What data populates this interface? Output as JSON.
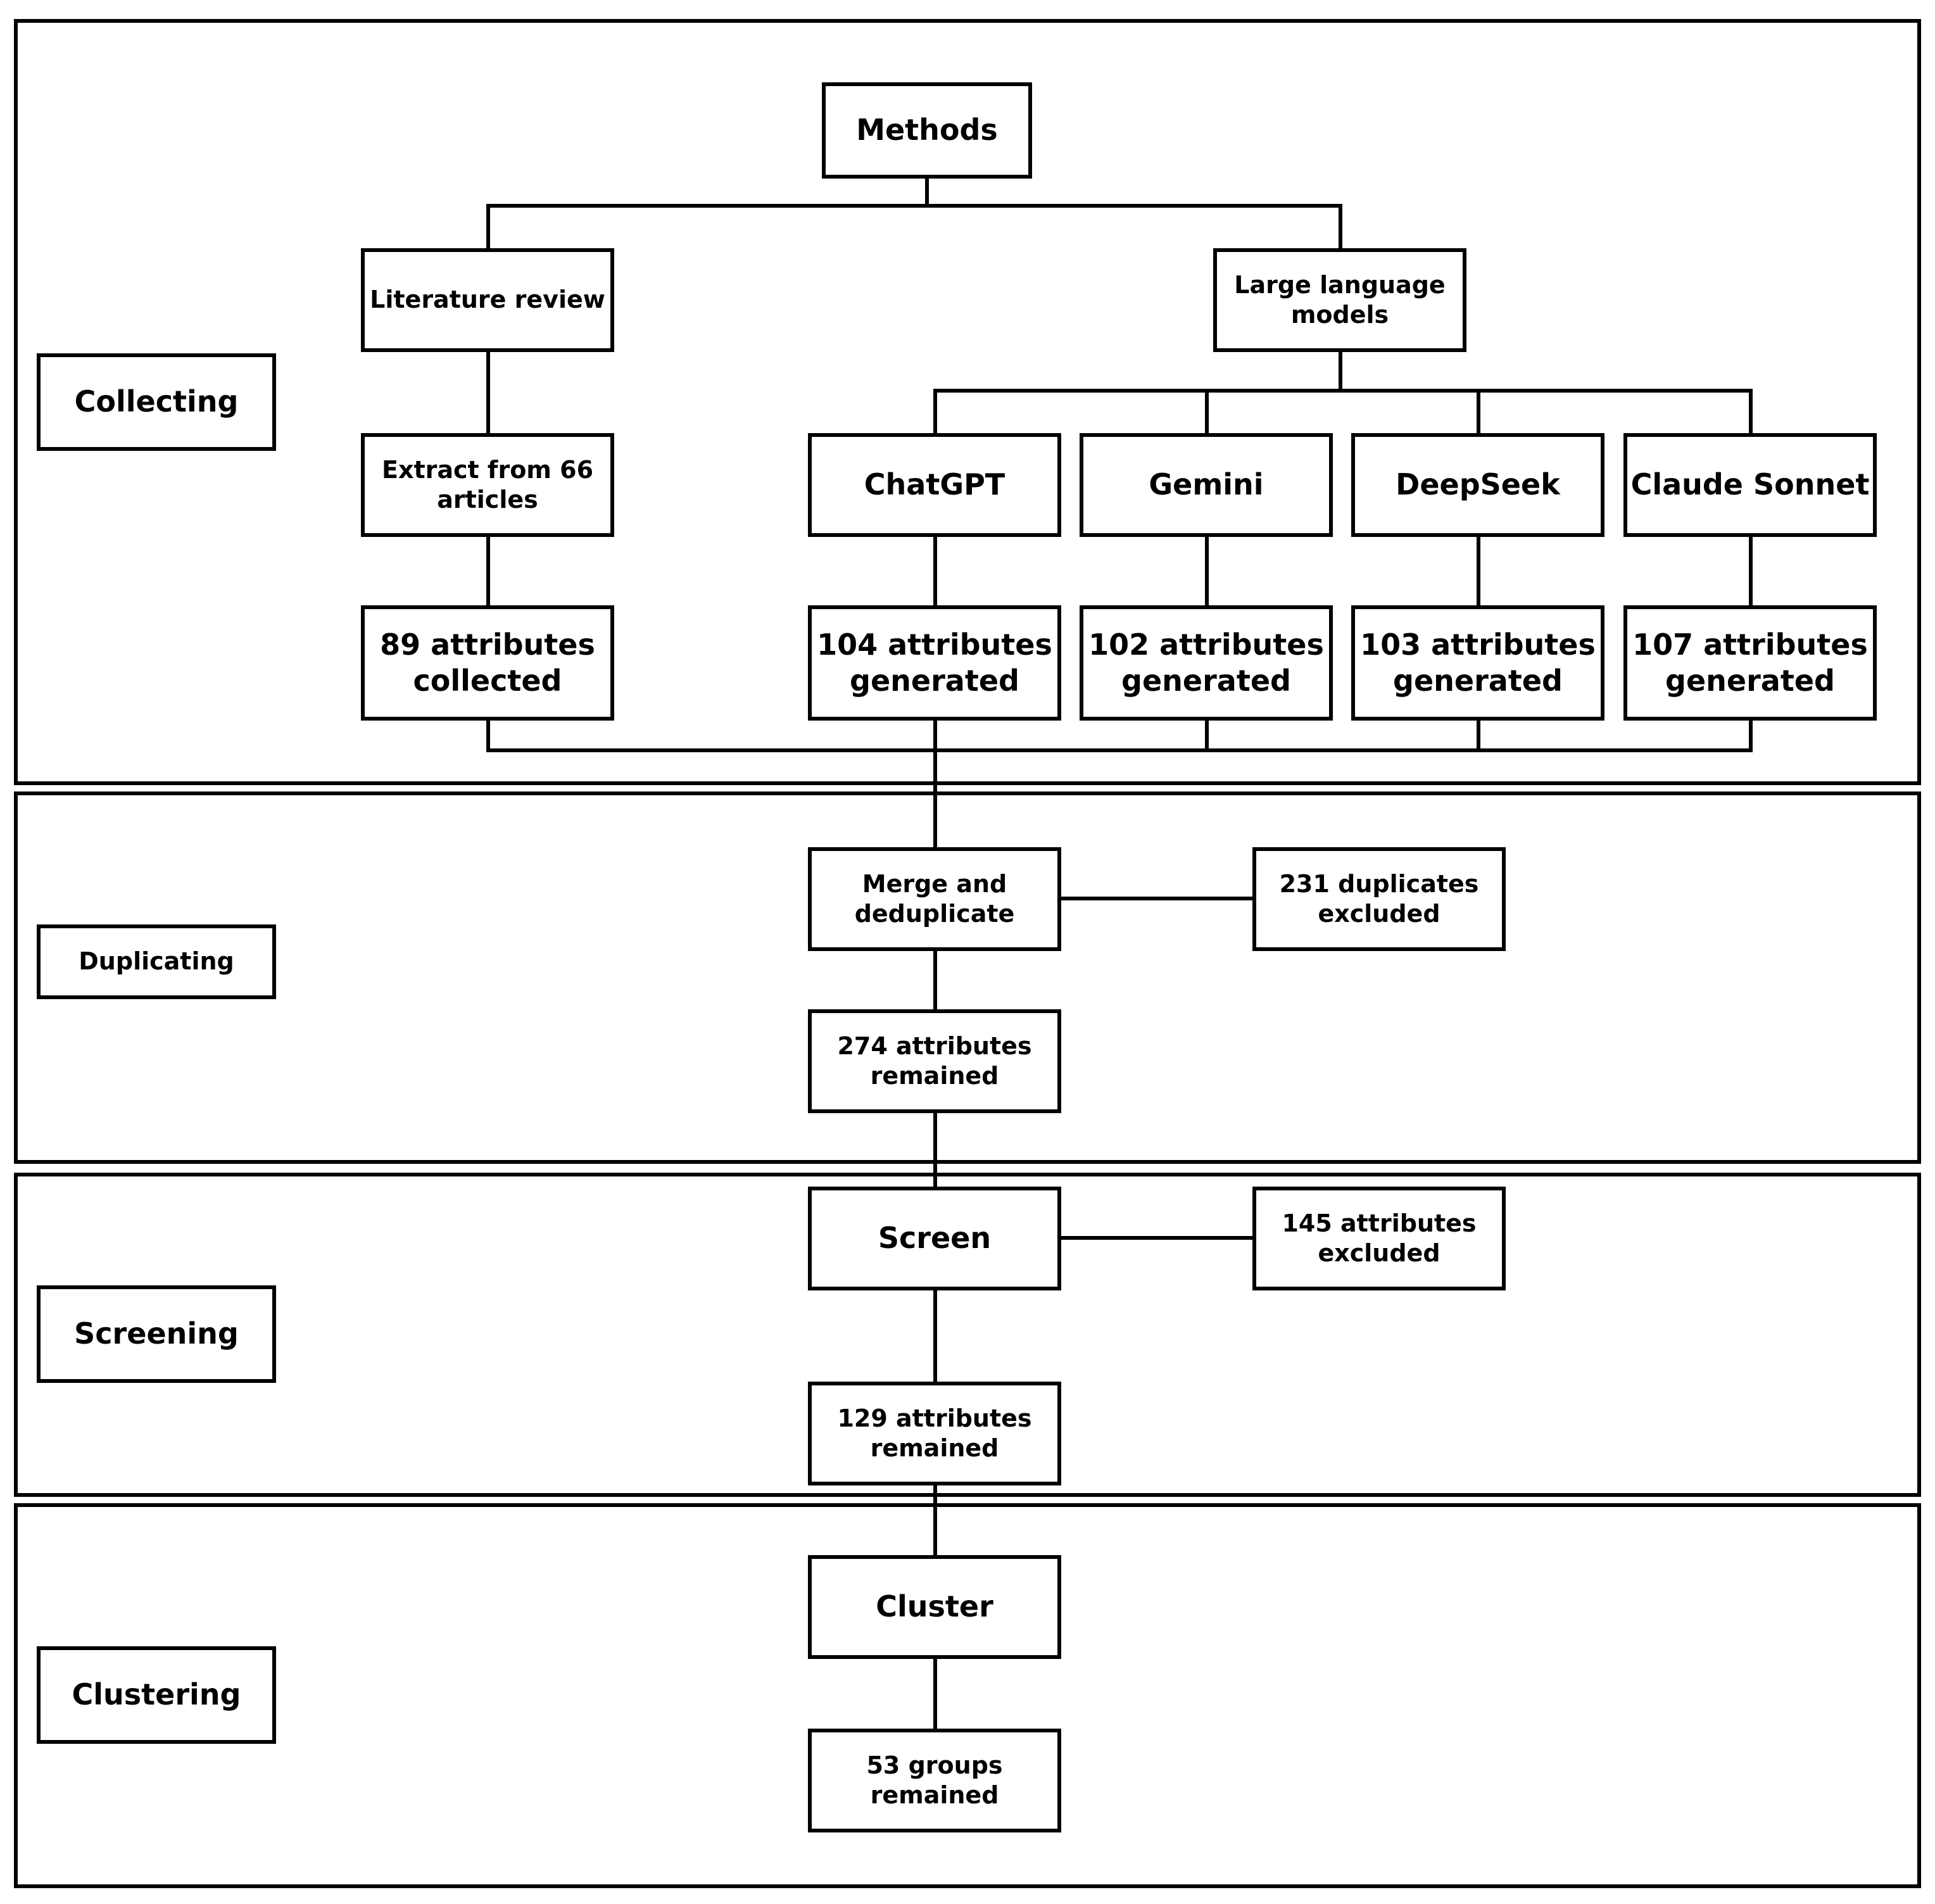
{
  "stages": {
    "collecting": "Collecting",
    "duplicating": "Duplicating",
    "screening": "Screening",
    "clustering": "Clustering"
  },
  "nodes": {
    "methods": "Methods",
    "literature_review": "Literature review",
    "llm": "Large language\nmodels",
    "extract": "Extract from 66\narticles",
    "chatgpt": "ChatGPT",
    "gemini": "Gemini",
    "deepseek": "DeepSeek",
    "claude": "Claude Sonnet",
    "lit_attrs": "89 attributes\ncollected",
    "chatgpt_attrs": "104 attributes\ngenerated",
    "gemini_attrs": "102 attributes\ngenerated",
    "deepseek_attrs": "103 attributes\ngenerated",
    "claude_attrs": "107 attributes\ngenerated",
    "merge": "Merge and\ndeduplicate",
    "duplicates_excluded": "231 duplicates\nexcluded",
    "remained_274": "274 attributes\nremained",
    "screen": "Screen",
    "screen_excluded": "145 attributes\nexcluded",
    "remained_129": "129 attributes\nremained",
    "cluster": "Cluster",
    "groups_53": "53 groups\nremained"
  }
}
